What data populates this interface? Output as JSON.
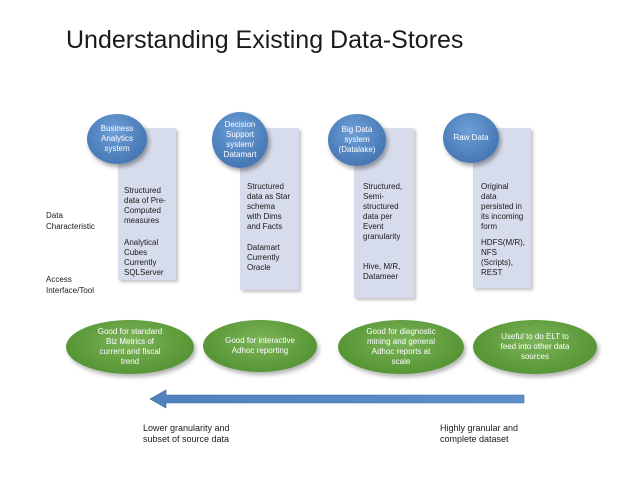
{
  "title": "Understanding Existing Data-Stores",
  "labels": {
    "data_characteristic": "Data\nCharacteristic",
    "access_interface": "Access\nInterface/Tool"
  },
  "stores": [
    {
      "name": "Business\nAnalytics\nsystem",
      "characteristic": "Structured\ndata of Pre-\nComputed\nmeasures",
      "access": "Analytical\nCubes\nCurrently\nSQLServer",
      "good_for": "Good for standard\nBiz Metrics of\ncurrent and fiscal\ntrend"
    },
    {
      "name": "Decision\nSupport\nsystem/\nDatamart",
      "characteristic": "Structured\ndata as Star\nschema\nwith Dims\nand Facts",
      "access": "Datamart\nCurrently\nOracle",
      "good_for": "Good for interactive\nAdhoc reporting"
    },
    {
      "name": "Big Data\nsystem\n(Datalake)",
      "characteristic": "Structured,\nSemi-\nstructured\ndata per\nEvent\ngranularity",
      "access": "Hive, M/R,\nDatameer",
      "good_for": "Good for diagnostic\nmining and general\nAdhoc reports at\nscale"
    },
    {
      "name": "Raw Data",
      "characteristic": "Original\ndata\npersisted in\nits incoming\nform",
      "access": "HDFS(M/R),\nNFS\n(Scripts),\nREST",
      "good_for": "Useful to do ELT to\nfeed into other data\nsources"
    }
  ],
  "scale": {
    "left": "Lower granularity and\nsubset of source data",
    "right": "Highly granular and\ncomplete dataset"
  },
  "colors": {
    "panel": "#d7dcec",
    "circle": "#4f81bd",
    "oval": "#5c9a3a",
    "arrow": "#4f81bd"
  }
}
